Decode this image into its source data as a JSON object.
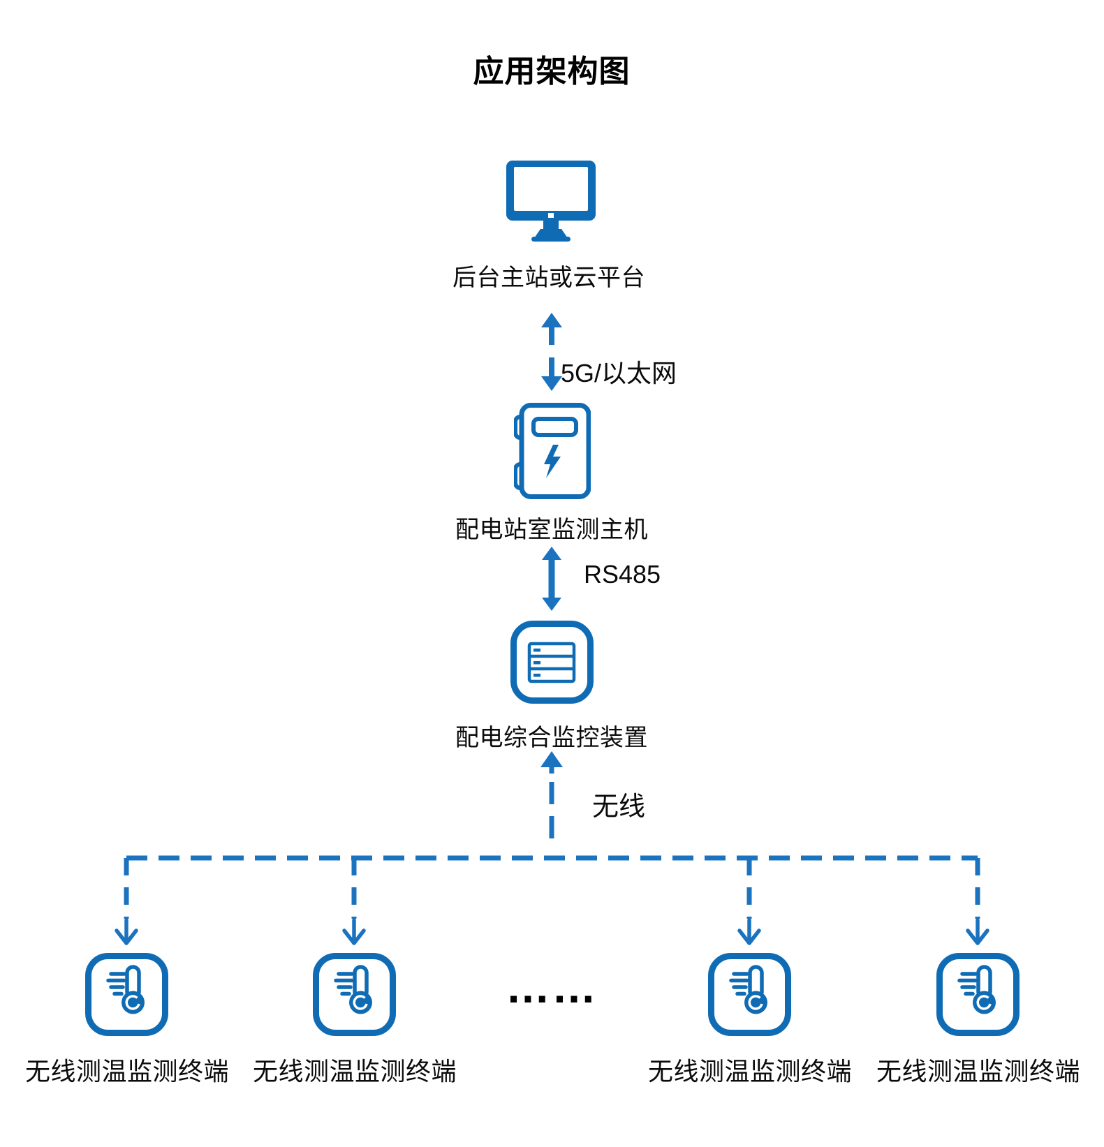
{
  "title": "应用架构图",
  "colors": {
    "icon_blue": "#0F6CB4",
    "connector_blue": "#1B73C0",
    "text_color": "#000000",
    "background": "#FFFFFF"
  },
  "nodes": {
    "cloud": {
      "label": "后台主站或云平台"
    },
    "host": {
      "label": "配电站室监测主机"
    },
    "gateway": {
      "label": "配电综合监控装置"
    }
  },
  "links": {
    "cloud_host": {
      "label": "5G/以太网"
    },
    "host_gateway": {
      "label": "RS485"
    },
    "gateway_terminals": {
      "label": "无线"
    }
  },
  "terminals": [
    {
      "label": "无线测温监测终端"
    },
    {
      "label": "无线测温监测终端"
    },
    {
      "label": "无线测温监测终端"
    },
    {
      "label": "无线测温监测终端"
    }
  ],
  "ellipsis": "……"
}
